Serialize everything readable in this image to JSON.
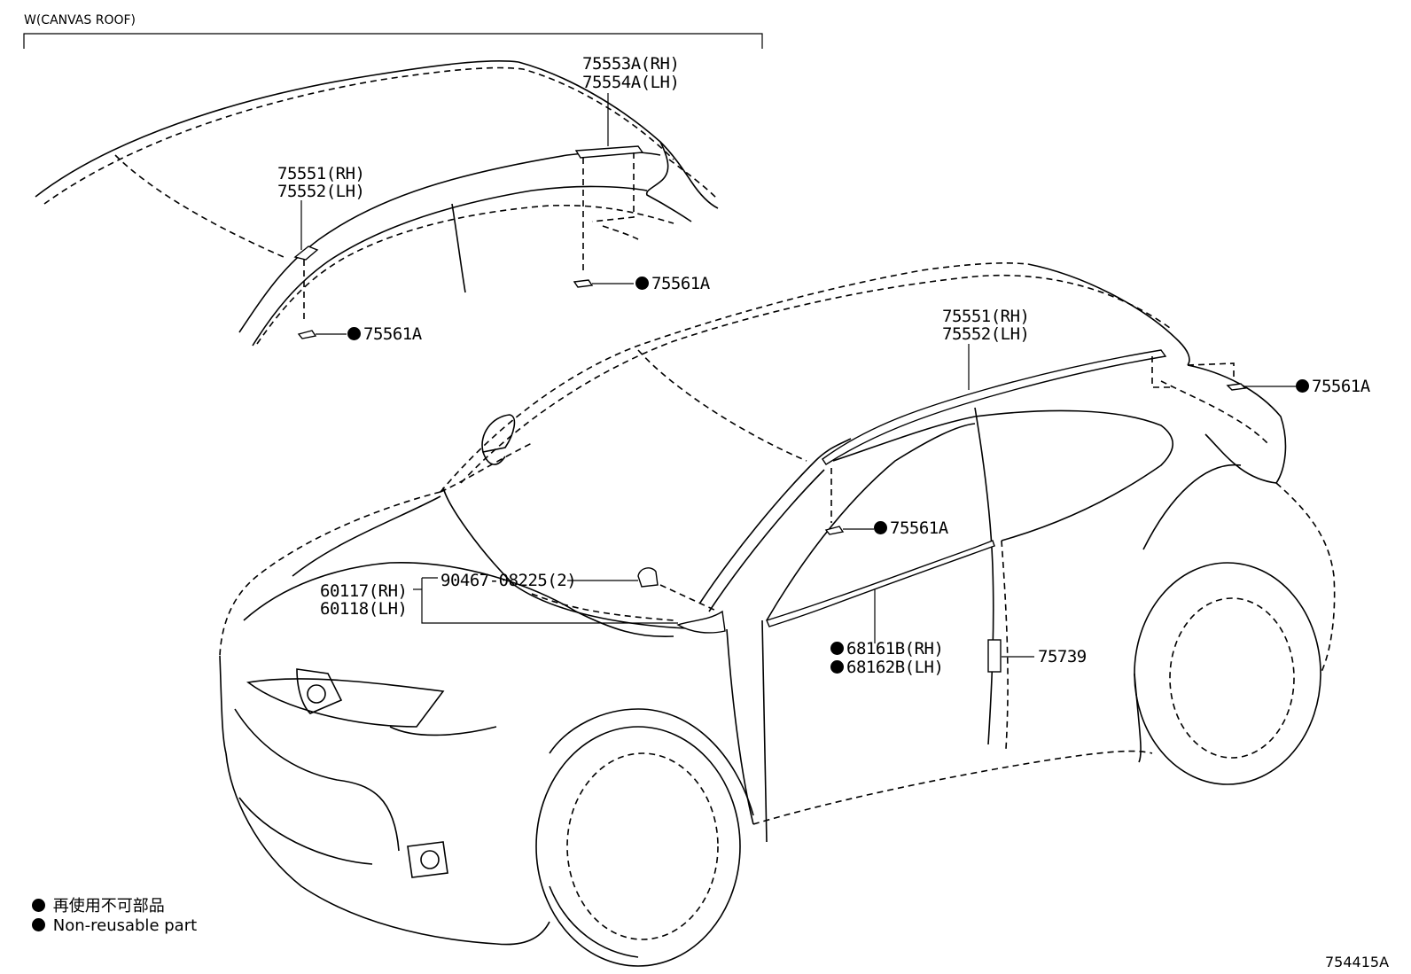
{
  "header": {
    "variant_label": "W(CANVAS ROOF)"
  },
  "inset_labels": {
    "rear_molding": [
      "75553A(RH)",
      "75554A(LH)"
    ],
    "front_molding": [
      "75551(RH)",
      "75552(LH)"
    ],
    "clip_rear": "75561A",
    "clip_front": "75561A"
  },
  "main_labels": {
    "roof_molding": [
      "75551(RH)",
      "75552(LH)"
    ],
    "clip_rear": "75561A",
    "clip_mid": "75561A",
    "bolt": "90467-08225(2)",
    "cowl": [
      "60117(RH)",
      "60118(LH)"
    ],
    "belt_molding": [
      "68161B(RH)",
      "68162B(LH)"
    ],
    "tape": "75739"
  },
  "legend": {
    "line_jp": "再使用不可部品",
    "line_en": "Non-reusable part"
  },
  "figure_ref": "754415A"
}
